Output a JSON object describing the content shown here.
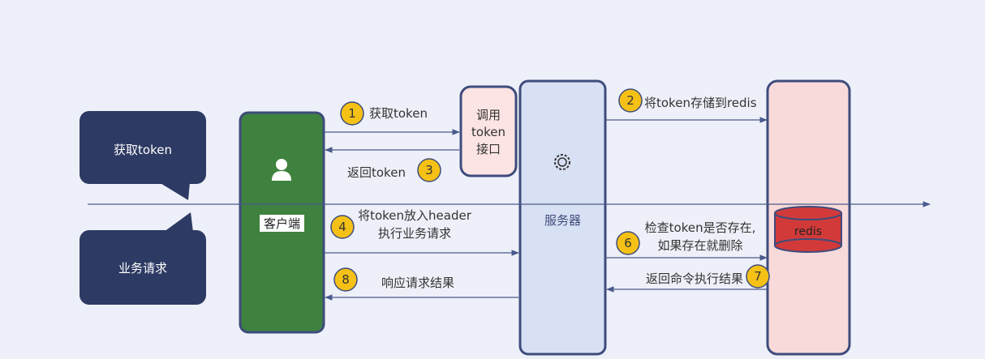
{
  "bubbles": {
    "get_token": "获取token",
    "business_request": "业务请求"
  },
  "client": {
    "label": "客户端"
  },
  "token_api": {
    "line1": "调用",
    "line2": "token",
    "line3": "接口"
  },
  "server": {
    "label": "服务器"
  },
  "redis": {
    "label": "redis"
  },
  "steps": [
    {
      "num": "1",
      "text": "获取token"
    },
    {
      "num": "2",
      "text": "将token存储到redis"
    },
    {
      "num": "3",
      "text": "返回token"
    },
    {
      "num": "4",
      "text1": "将token放入header",
      "text2": "执行业务请求"
    },
    {
      "num": "6",
      "text1": "检查token是否存在,",
      "text2": "如果存在就删除"
    },
    {
      "num": "7",
      "text": "返回命令执行结果"
    },
    {
      "num": "8",
      "text": "响应请求结果"
    }
  ],
  "colors": {
    "background": "#eef0f9",
    "bubble": "#2d3a63",
    "client": "#3f823f",
    "server": "#d8e0f3",
    "redis_box": "#f8dada",
    "redis_db": "#d23a3a",
    "badge": "#f5c116",
    "line": "#4a5a8c"
  },
  "icons": {
    "user": "user-icon",
    "gear": "gear-icon"
  }
}
